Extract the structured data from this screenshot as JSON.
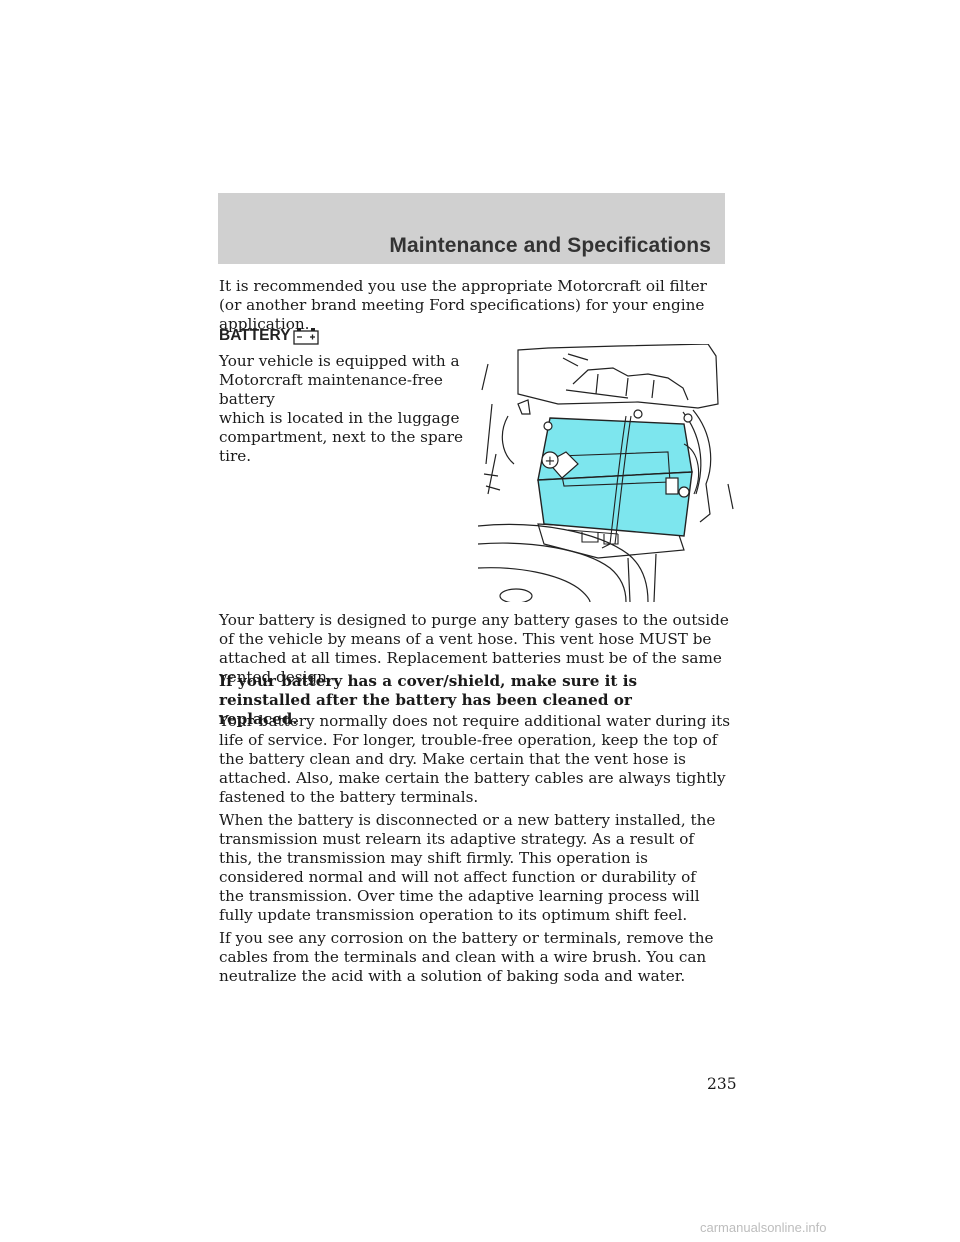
{
  "header": {
    "title": "Maintenance and Specifications"
  },
  "intro_text": "It is recommended you use the appropriate Motorcraft oil filter (or another brand meeting Ford specifications) for your engine application.",
  "section": {
    "title": "BATTERY",
    "icon": "battery-icon"
  },
  "battery_intro": [
    "Your vehicle is equipped with a",
    "Motorcraft maintenance-free battery",
    "which is located in the luggage",
    "compartment, next to the spare tire."
  ],
  "figure": {
    "accent_color": "#7de6ee"
  },
  "paragraphs": {
    "vent": "Your battery is designed to purge any battery gases to the outside of the vehicle by means of a vent hose. This vent hose MUST be attached at all times. Replacement batteries must be of the same vented design.",
    "cover_warning": "If your battery has a cover/shield, make sure it is reinstalled after the battery has been cleaned or replaced.",
    "water": "Your battery normally does not require additional water during its life of service. For longer, trouble-free operation, keep the top of the battery clean and dry. Make certain that the vent hose is attached. Also, make certain the battery cables are always tightly fastened to the battery terminals.",
    "relearn": "When the battery is disconnected or a new battery installed, the transmission must relearn its adaptive strategy. As a result of this, the transmission may shift firmly. This operation is considered normal and will not affect function or durability of the transmission. Over time the adaptive learning process will fully update transmission operation to its optimum shift feel.",
    "corrosion": "If you see any corrosion on the battery or terminals, remove the cables from the terminals and clean with a wire brush. You can neutralize the acid with a solution of baking soda and water."
  },
  "page_number": "235",
  "watermark": "carmanualsonline.info"
}
